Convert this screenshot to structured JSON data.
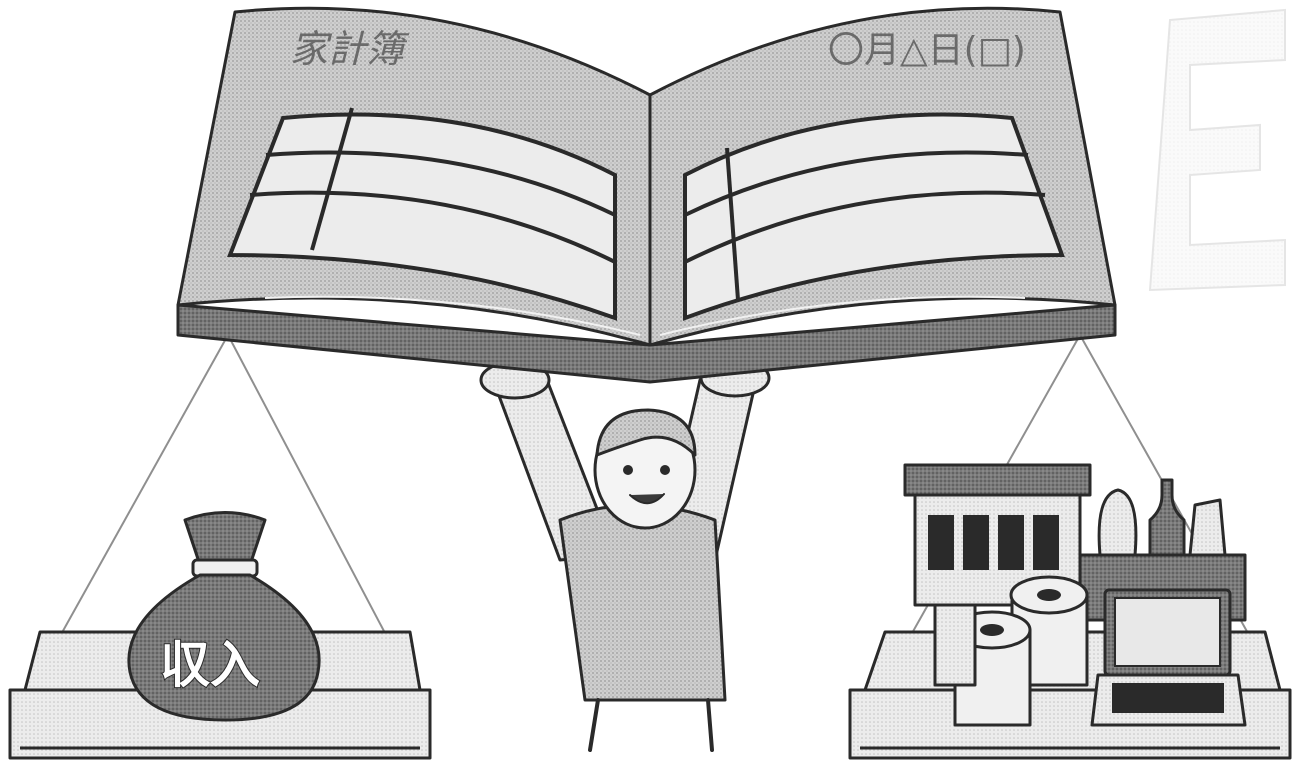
{
  "book": {
    "left_title": "家計簿",
    "right_date": "〇月△日(□)"
  },
  "income_bag": {
    "label": "収入"
  },
  "icons": {
    "book": "open-ledger-icon",
    "person": "person-lifting-icon",
    "bag": "money-bag-icon",
    "shop": "shop-icon",
    "goods": "shopping-goods-icon",
    "laptop": "laptop-icon"
  },
  "colors": {
    "ink": "#2a2a2a",
    "page_gray": "#c8c8c8",
    "dark_gray": "#6e6e6e",
    "light_gray": "#e2e2e2"
  }
}
